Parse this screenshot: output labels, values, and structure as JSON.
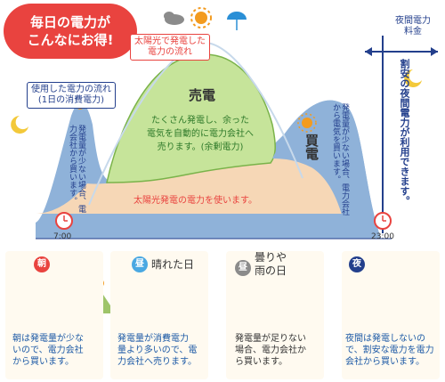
{
  "badge": {
    "line1": "毎日の電力が",
    "line2": "こんなにお得!"
  },
  "callout_usage": {
    "line1": "使用した電力の流れ",
    "line2": "(1日の消費電力)"
  },
  "callout_solar": {
    "line1": "太陽光で発電した",
    "line2": "電力の流れ"
  },
  "night_rate": {
    "line1": "夜間電力",
    "line2": "料金",
    "note": "割安の夜間電力が利用できます。"
  },
  "morning_note": "発電量が少ない場合、電力会社から買います。",
  "evening_note": "発電量が少ない場合、電力会社から電気を買います。",
  "sell": {
    "label": "売電",
    "desc1": "たくさん発電し、余った",
    "desc2": "電気を自動的に電力会社へ",
    "desc3": "売ります。(余剰電力)"
  },
  "buy": {
    "label": "買電"
  },
  "self_use": "太陽光発電の電力を使います。",
  "time_start": "7:00",
  "time_end": "23:00",
  "cards": [
    {
      "badge": "朝",
      "title": "",
      "text1": "朝は発電量が少な",
      "text2": "いので、電力会社",
      "text3": "から買います。"
    },
    {
      "badge": "昼",
      "title": "晴れた日",
      "text1": "発電量が消費電力",
      "text2": "量より多いので、電",
      "text3": "力会社へ売ります。"
    },
    {
      "badge": "昼",
      "title": "曇りや雨の日",
      "title1": "曇りや",
      "title2": "雨の日",
      "text1": "発電量が足りない",
      "text2": "場合、電力会社か",
      "text3": "ら買います。"
    },
    {
      "badge": "夜",
      "title": "",
      "text1": "夜間は発電しないの",
      "text2": "で、割安な電力を電力",
      "text3": "会社から買います。"
    }
  ],
  "colors": {
    "red": "#e9433f",
    "green": "#c6e49a",
    "peach": "#f6d7b6",
    "blue": "#8fb2d9",
    "navy": "#233f8c",
    "sun": "#f39b1f"
  }
}
